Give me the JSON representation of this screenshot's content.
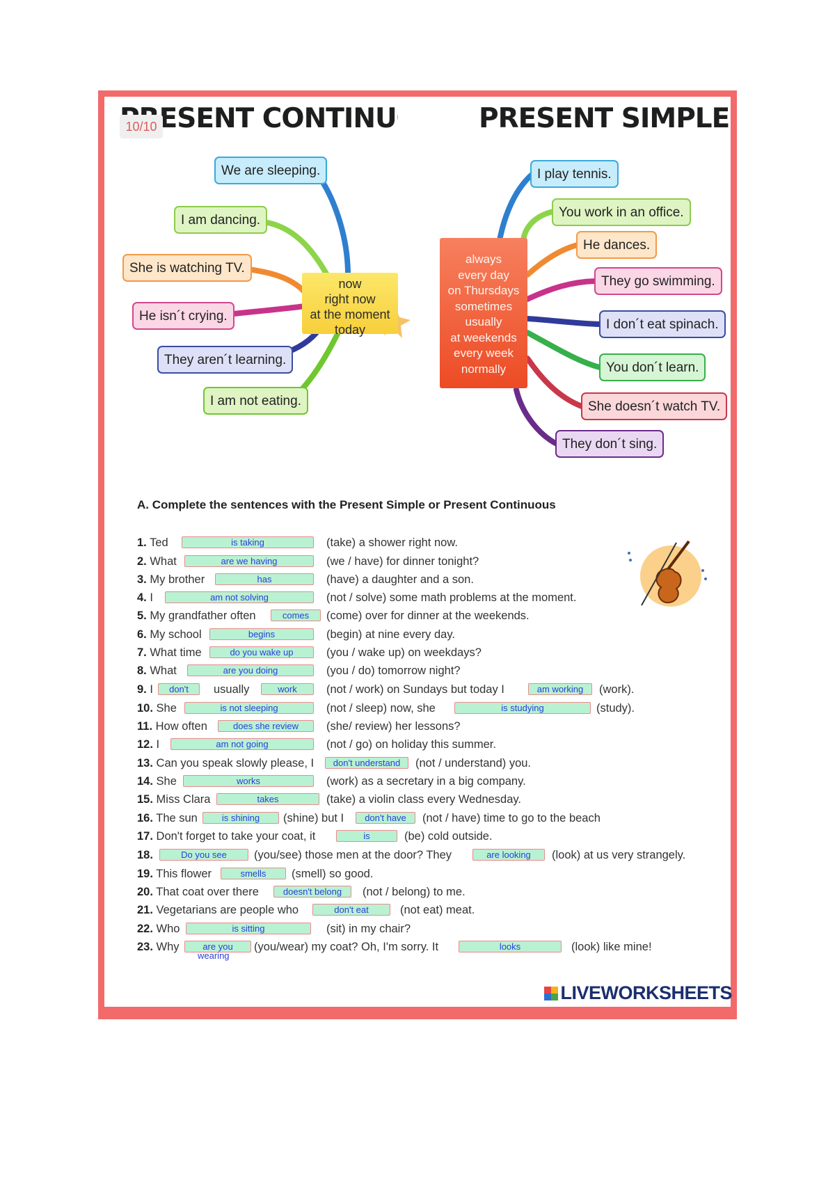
{
  "score": "10/10",
  "headings": {
    "left": "PRESENT CONTINUOUS",
    "right": "PRESENT SIMPLE"
  },
  "continuous": {
    "bubbles": [
      "We are sleeping.",
      "I am dancing.",
      "She is watching TV.",
      "He isn´t crying.",
      "They aren´t learning.",
      "I am not eating."
    ],
    "center": [
      "now",
      "right now",
      "at the moment",
      "today"
    ]
  },
  "simple": {
    "bubbles": [
      "I play tennis.",
      "You work in an office.",
      "He dances.",
      "They go swimming.",
      "I don´t eat spinach.",
      "You don´t learn.",
      "She doesn´t watch TV.",
      "They don´t sing."
    ],
    "center": [
      "always",
      "every day",
      "on Thursdays",
      "sometimes",
      "usually",
      "at weekends",
      "every week",
      "normally"
    ]
  },
  "exercise": {
    "title": "A. Complete the sentences with the Present Simple or Present Continuous",
    "lines": [
      {
        "num": "1.",
        "parts": [
          "Ted",
          "is taking",
          "(take) a shower right now."
        ]
      },
      {
        "num": "2.",
        "parts": [
          "What",
          "are we having",
          "(we / have) for dinner tonight?"
        ]
      },
      {
        "num": "3.",
        "parts": [
          "My brother",
          "has",
          "(have) a daughter and a son."
        ]
      },
      {
        "num": "4.",
        "parts": [
          "I",
          "am not solving",
          "(not / solve) some math problems at the moment."
        ]
      },
      {
        "num": "5.",
        "parts": [
          "My grandfather often",
          "comes",
          "(come) over for dinner at the weekends."
        ]
      },
      {
        "num": "6.",
        "parts": [
          "My school",
          "begins",
          "(begin) at nine every day."
        ]
      },
      {
        "num": "7.",
        "parts": [
          "What time",
          "do you wake up",
          "(you / wake up) on weekdays?"
        ]
      },
      {
        "num": "8.",
        "parts": [
          "What",
          "are you doing",
          "(you / do) tomorrow night?"
        ]
      },
      {
        "num": "9.",
        "parts": [
          "I",
          "don't",
          "usually",
          "work",
          "(not / work) on Sundays but today I",
          "am working",
          "(work)."
        ]
      },
      {
        "num": "10.",
        "parts": [
          "She",
          "is not sleeping",
          "(not / sleep) now, she",
          "is studying",
          "(study)."
        ]
      },
      {
        "num": "11.",
        "parts": [
          "How often",
          "does she review",
          "(she/ review) her lessons?"
        ]
      },
      {
        "num": "12.",
        "parts": [
          "I",
          "am not going",
          "(not / go) on holiday this summer."
        ]
      },
      {
        "num": "13.",
        "parts": [
          "Can you speak slowly please, I",
          "don't understand",
          "(not / understand) you."
        ]
      },
      {
        "num": "14.",
        "parts": [
          "She",
          "works",
          "(work) as a secretary in a big company."
        ]
      },
      {
        "num": "15.",
        "parts": [
          "Miss Clara",
          "takes",
          "(take) a violin class every Wednesday."
        ]
      },
      {
        "num": "16.",
        "parts": [
          "The sun",
          "is shining",
          "(shine) but I",
          "don't have",
          "(not / have) time to go to the beach"
        ]
      },
      {
        "num": "17.",
        "parts": [
          "Don't forget to take your coat, it",
          "is",
          "(be) cold outside."
        ]
      },
      {
        "num": "18.",
        "parts": [
          "",
          "Do you see",
          "(you/see) those men at the door? They",
          "are looking",
          "(look) at us very strangely."
        ]
      },
      {
        "num": "19.",
        "parts": [
          "This flower",
          "smells",
          "(smell) so good."
        ]
      },
      {
        "num": "20.",
        "parts": [
          "That coat over there",
          "doesn't belong",
          "(not / belong) to me."
        ]
      },
      {
        "num": "21.",
        "parts": [
          "Vegetarians are people who",
          "don't eat",
          "(not eat) meat."
        ]
      },
      {
        "num": "22.",
        "parts": [
          "Who",
          "is sitting",
          "(sit) in my chair?"
        ]
      },
      {
        "num": "23.",
        "parts": [
          "Why",
          "are you",
          "(you/wear) my coat? Oh, I'm sorry. It",
          "looks",
          "(look) like mine!"
        ],
        "overflow": "wearing"
      }
    ]
  },
  "brand": "LIVEWORKSHEETS"
}
